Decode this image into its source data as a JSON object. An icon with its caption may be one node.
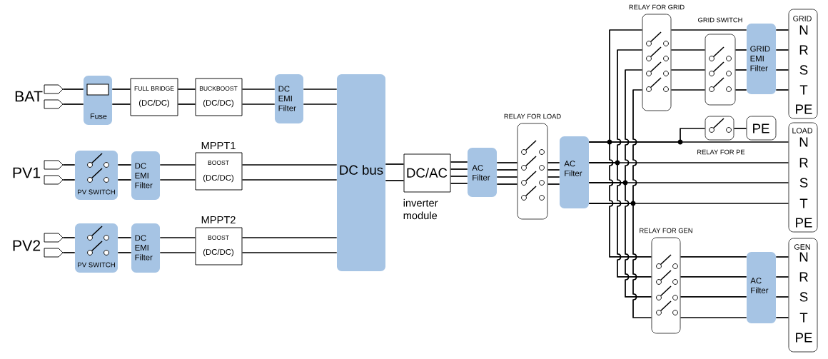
{
  "diagram": {
    "nodes": [
      {
        "text": [],
        "shape": "plug"
      },
      {
        "text": [],
        "shape": "plug"
      },
      {
        "text": [],
        "shape": "plug"
      },
      {
        "text": [],
        "shape": "plug"
      },
      {
        "text": [],
        "shape": "plug"
      },
      {
        "text": [],
        "shape": "plug"
      },
      {
        "text": [
          "Fuse"
        ]
      },
      {
        "text": [
          "FULL BRIDGE",
          "(DC/DC)"
        ]
      },
      {
        "text": [
          "BUCKBOOST",
          "(DC/DC)"
        ]
      },
      {
        "text": [
          "DC EMI Filter"
        ]
      },
      {
        "text": [
          "DC bus"
        ]
      },
      {
        "text": [
          "PV SWITCH"
        ]
      },
      {
        "text": [
          "DC EMI Filter"
        ]
      },
      {
        "text": [
          "MPPT1",
          "BOOST",
          "(DC/DC)"
        ]
      },
      {
        "text": [
          "PV SWITCH"
        ]
      },
      {
        "text": [
          "DC EMI Filter"
        ]
      },
      {
        "text": [
          "MPPT2",
          "BOOST",
          "(DC/DC)"
        ]
      },
      {
        "text": [
          "DC/AC"
        ],
        "beside": [
          "inverter module"
        ]
      },
      {
        "text": [
          "AC Filter"
        ]
      },
      {
        "text": [
          "RELAY FOR LOAD"
        ]
      },
      {
        "text": [
          "AC Filter"
        ]
      },
      {
        "text": [
          "RELAY FOR GRID"
        ]
      },
      {
        "text": [
          "GRID SWITCH"
        ]
      },
      {
        "text": [
          "GRID EMI Filter"
        ]
      },
      {
        "text": [
          "GRID",
          "N",
          "R",
          "S",
          "T",
          "PE"
        ]
      },
      {
        "text": [
          "RELAY FOR PE"
        ]
      },
      {
        "text": [
          "PE"
        ]
      },
      {
        "text": [
          "LOAD",
          "N",
          "R",
          "S",
          "T",
          "PE"
        ]
      },
      {
        "text": [
          "RELAY FOR GEN"
        ]
      },
      {
        "text": [
          "AC Filter"
        ]
      },
      {
        "text": [
          "GEN",
          "N",
          "R",
          "S",
          "T",
          "PE"
        ]
      }
    ],
    "edges": [
      {
        "from": 0,
        "to": 6,
        "arrow": "none"
      },
      {
        "from": 1,
        "to": 6,
        "arrow": "none"
      },
      {
        "from": 6,
        "to": 7,
        "arrow": "none"
      },
      {
        "from": 6,
        "to": 7,
        "arrow": "none"
      },
      {
        "from": 7,
        "to": 8,
        "arrow": "none"
      },
      {
        "from": 7,
        "to": 8,
        "arrow": "none"
      },
      {
        "from": 8,
        "to": 9,
        "arrow": "none"
      },
      {
        "from": 8,
        "to": 9,
        "arrow": "none"
      },
      {
        "from": 9,
        "to": 10,
        "arrow": "none"
      },
      {
        "from": 9,
        "to": 10,
        "arrow": "none"
      },
      {
        "from": 2,
        "to": 11,
        "arrow": "none"
      },
      {
        "from": 3,
        "to": 11,
        "arrow": "none"
      },
      {
        "from": 11,
        "to": 12,
        "arrow": "none"
      },
      {
        "from": 11,
        "to": 12,
        "arrow": "none"
      },
      {
        "from": 12,
        "to": 13,
        "arrow": "none"
      },
      {
        "from": 12,
        "to": 13,
        "arrow": "none"
      },
      {
        "from": 13,
        "to": 10,
        "arrow": "none"
      },
      {
        "from": 13,
        "to": 10,
        "arrow": "none"
      },
      {
        "from": 4,
        "to": 14,
        "arrow": "none"
      },
      {
        "from": 5,
        "to": 14,
        "arrow": "none"
      },
      {
        "from": 14,
        "to": 15,
        "arrow": "none"
      },
      {
        "from": 14,
        "to": 15,
        "arrow": "none"
      },
      {
        "from": 15,
        "to": 16,
        "arrow": "none"
      },
      {
        "from": 15,
        "to": 16,
        "arrow": "none"
      },
      {
        "from": 16,
        "to": 10,
        "arrow": "none"
      },
      {
        "from": 16,
        "to": 10,
        "arrow": "none"
      },
      {
        "from": 10,
        "to": 17,
        "arrow": "none"
      },
      {
        "from": 10,
        "to": 17,
        "arrow": "none"
      },
      {
        "from": 17,
        "to": 18,
        "arrow": "none"
      },
      {
        "from": 17,
        "to": 18,
        "arrow": "none"
      },
      {
        "from": 17,
        "to": 18,
        "arrow": "none"
      },
      {
        "from": 17,
        "to": 18,
        "arrow": "none"
      },
      {
        "from": 18,
        "to": 19,
        "arrow": "none"
      },
      {
        "from": 18,
        "to": 19,
        "arrow": "none"
      },
      {
        "from": 18,
        "to": 19,
        "arrow": "none"
      },
      {
        "from": 18,
        "to": 19,
        "arrow": "none"
      },
      {
        "from": 19,
        "to": 20,
        "arrow": "none"
      },
      {
        "from": 19,
        "to": 20,
        "arrow": "none"
      },
      {
        "from": 19,
        "to": 20,
        "arrow": "none"
      },
      {
        "from": 19,
        "to": 20,
        "arrow": "none"
      },
      {
        "from": 20,
        "to": 27,
        "arrow": "none"
      },
      {
        "from": 20,
        "to": 27,
        "arrow": "none"
      },
      {
        "from": 20,
        "to": 27,
        "arrow": "none"
      },
      {
        "from": 20,
        "to": 27,
        "arrow": "none"
      },
      {
        "from": 20,
        "to": 21,
        "arrow": "none"
      },
      {
        "from": 20,
        "to": 21,
        "arrow": "none"
      },
      {
        "from": 20,
        "to": 21,
        "arrow": "none"
      },
      {
        "from": 20,
        "to": 21,
        "arrow": "none"
      },
      {
        "from": 20,
        "to": 28,
        "arrow": "none"
      },
      {
        "from": 20,
        "to": 28,
        "arrow": "none"
      },
      {
        "from": 20,
        "to": 28,
        "arrow": "none"
      },
      {
        "from": 20,
        "to": 28,
        "arrow": "none"
      },
      {
        "from": 20,
        "to": 25,
        "arrow": "none"
      },
      {
        "from": 21,
        "to": 23,
        "arrow": "none"
      },
      {
        "from": 21,
        "to": 22,
        "arrow": "none"
      },
      {
        "from": 21,
        "to": 22,
        "arrow": "none"
      },
      {
        "from": 21,
        "to": 22,
        "arrow": "none"
      },
      {
        "from": 22,
        "to": 23,
        "arrow": "none"
      },
      {
        "from": 22,
        "to": 23,
        "arrow": "none"
      },
      {
        "from": 22,
        "to": 23,
        "arrow": "none"
      },
      {
        "from": 23,
        "to": 24,
        "arrow": "none"
      },
      {
        "from": 23,
        "to": 24,
        "arrow": "none"
      },
      {
        "from": 23,
        "to": 24,
        "arrow": "none"
      },
      {
        "from": 23,
        "to": 24,
        "arrow": "none"
      },
      {
        "from": 25,
        "to": 26,
        "arrow": "none"
      },
      {
        "from": 28,
        "to": 29,
        "arrow": "none"
      },
      {
        "from": 28,
        "to": 29,
        "arrow": "none"
      },
      {
        "from": 28,
        "to": 29,
        "arrow": "none"
      },
      {
        "from": 28,
        "to": 29,
        "arrow": "none"
      },
      {
        "from": 29,
        "to": 30,
        "arrow": "none"
      },
      {
        "from": 29,
        "to": 30,
        "arrow": "none"
      },
      {
        "from": 29,
        "to": 30,
        "arrow": "none"
      },
      {
        "from": 29,
        "to": 30,
        "arrow": "none"
      }
    ],
    "labels": [
      "BAT",
      "PV1",
      "PV2"
    ]
  }
}
